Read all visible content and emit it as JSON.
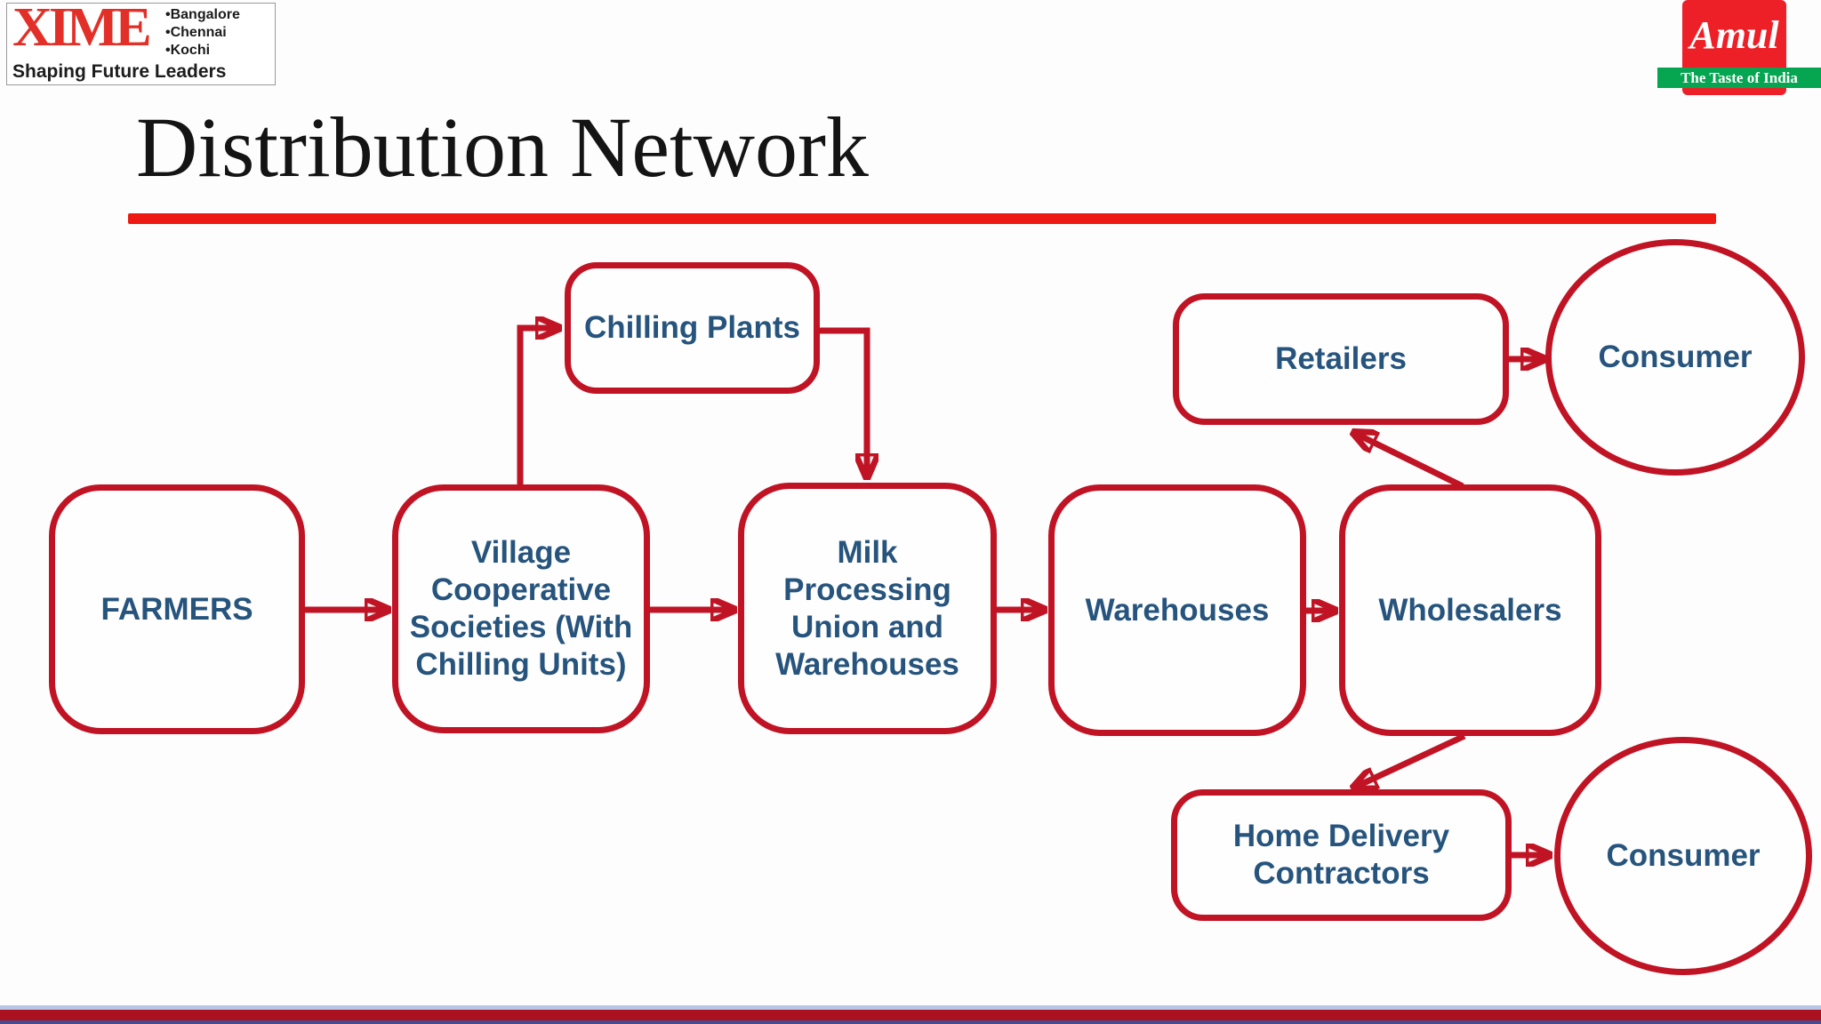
{
  "branding": {
    "xime": {
      "name": "XIME",
      "cities": [
        "•Bangalore",
        "•Chennai",
        "•Kochi"
      ],
      "tagline": "Shaping Future Leaders",
      "logo_red": "#e23028"
    },
    "amul": {
      "name": "Amul",
      "tagline": "The Taste of India",
      "logo_red": "#ee2027",
      "logo_green": "#05a551"
    }
  },
  "header": {
    "title": "Distribution Network"
  },
  "diagram": {
    "accent_red": "#c01425",
    "label_blue": "#26547d",
    "nodes": {
      "farmers": {
        "label": "FARMERS",
        "shape": "rounded-rect"
      },
      "village": {
        "label": "Village Cooperative Societies (With Chilling Units)",
        "shape": "rounded-rect"
      },
      "chilling": {
        "label": "Chilling Plants",
        "shape": "rounded-rect"
      },
      "milk": {
        "label": "Milk Processing Union and Warehouses",
        "shape": "rounded-rect"
      },
      "warehouses": {
        "label": "Warehouses",
        "shape": "rounded-rect"
      },
      "wholesalers": {
        "label": "Wholesalers",
        "shape": "rounded-rect"
      },
      "retailers": {
        "label": "Retailers",
        "shape": "rounded-rect"
      },
      "consumer_top": {
        "label": "Consumer",
        "shape": "ellipse"
      },
      "home_delivery": {
        "label": "Home Delivery Contractors",
        "shape": "rounded-rect"
      },
      "consumer_bottom": {
        "label": "Consumer",
        "shape": "ellipse"
      }
    },
    "edges": [
      {
        "from": "FARMERS",
        "to": "Village Cooperative Societies (With Chilling Units)"
      },
      {
        "from": "Village Cooperative Societies (With Chilling Units)",
        "to": "Chilling Plants"
      },
      {
        "from": "Village Cooperative Societies (With Chilling Units)",
        "to": "Milk Processing Union and Warehouses"
      },
      {
        "from": "Chilling Plants",
        "to": "Milk Processing Union and Warehouses"
      },
      {
        "from": "Milk Processing Union and Warehouses",
        "to": "Warehouses"
      },
      {
        "from": "Warehouses",
        "to": "Wholesalers"
      },
      {
        "from": "Wholesalers",
        "to": "Retailers"
      },
      {
        "from": "Retailers",
        "to": "Consumer"
      },
      {
        "from": "Wholesalers",
        "to": "Home Delivery Contractors"
      },
      {
        "from": "Home Delivery Contractors",
        "to": "Consumer"
      }
    ]
  }
}
